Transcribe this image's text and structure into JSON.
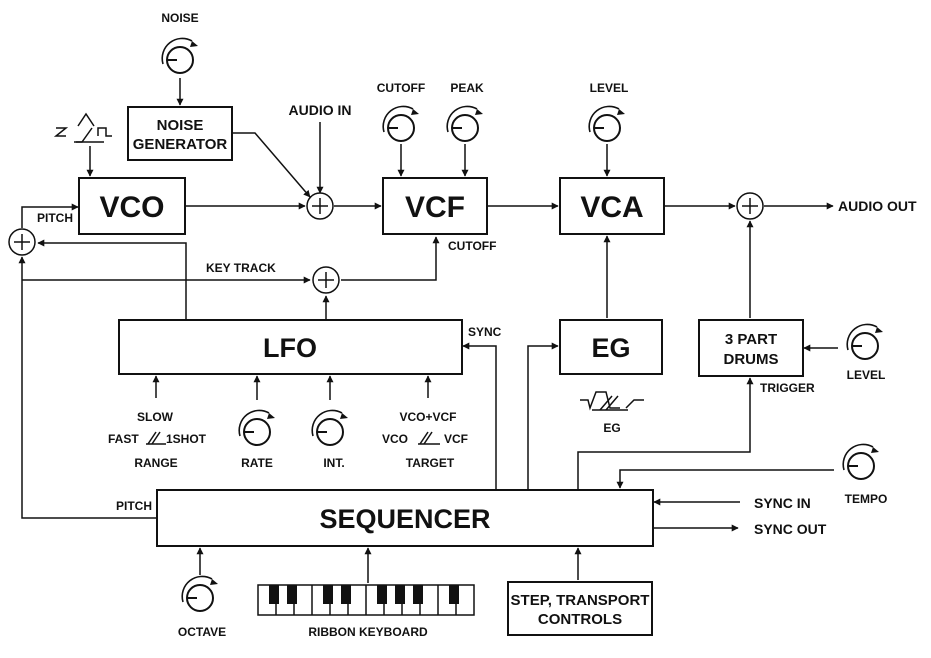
{
  "blocks": {
    "noise_generator": "NOISE\nGENERATOR",
    "vco": "VCO",
    "vcf": "VCF",
    "vca": "VCA",
    "lfo": "LFO",
    "eg": "EG",
    "drums": "3 PART\nDRUMS",
    "sequencer": "SEQUENCER",
    "controls": "STEP, TRANSPORT\nCONTROLS"
  },
  "knobs": {
    "noise": "NOISE",
    "cutoff": "CUTOFF",
    "peak": "PEAK",
    "level_vca": "LEVEL",
    "rate": "RATE",
    "intensity": "INT.",
    "level_drums": "LEVEL",
    "tempo": "TEMPO",
    "octave": "OCTAVE"
  },
  "labels": {
    "audio_in": "AUDIO IN",
    "audio_out": "AUDIO OUT",
    "pitch_vco": "PITCH",
    "cutoff_in": "CUTOFF",
    "key_track": "KEY TRACK",
    "sync": "SYNC",
    "trigger": "TRIGGER",
    "sync_in": "SYNC IN",
    "sync_out": "SYNC OUT",
    "pitch_seq": "PITCH",
    "eg_switch": "EG",
    "ribbon_keyboard": "RIBBON KEYBOARD"
  },
  "range_switch": {
    "top": "SLOW",
    "left": "FAST",
    "right": "1SHOT",
    "bottom": "RANGE"
  },
  "target_switch": {
    "top": "VCO+VCF",
    "left": "VCO",
    "right": "VCF",
    "bottom": "TARGET"
  }
}
